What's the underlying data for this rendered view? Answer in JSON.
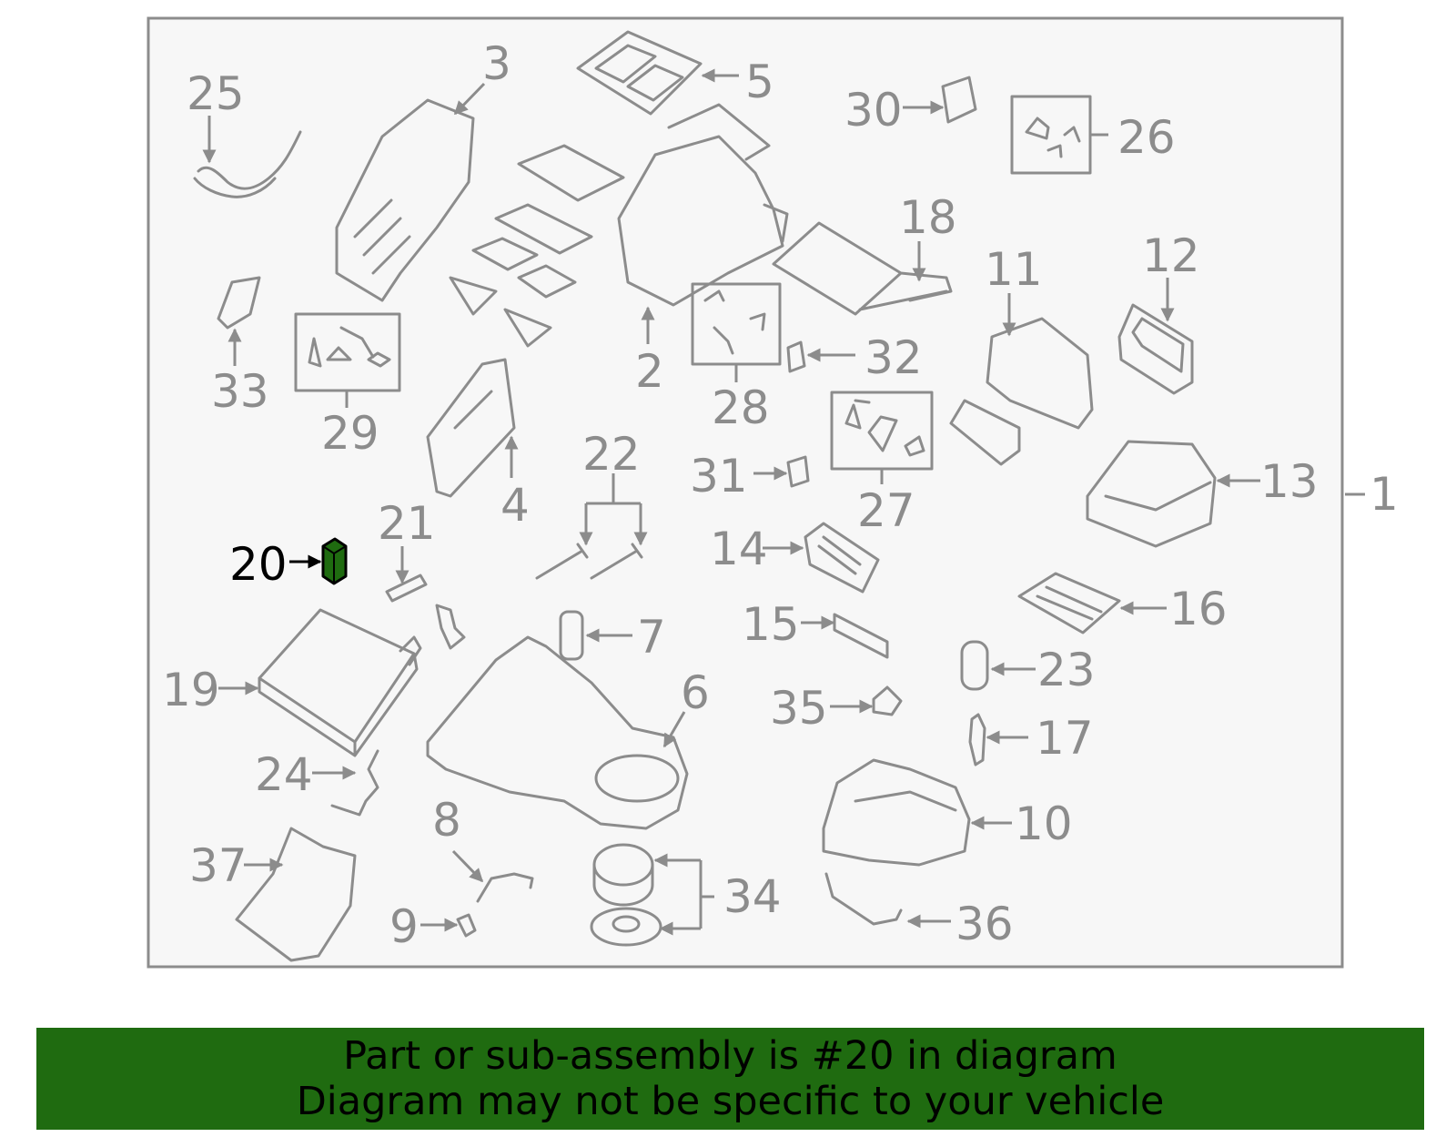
{
  "highlight_color": "#1f6b10",
  "highlighted_part": "20",
  "footer": {
    "line1": "Part or sub-assembly is #20 in diagram",
    "line2": "Diagram may not be specific to your vehicle"
  },
  "callouts": [
    "1",
    "2",
    "3",
    "4",
    "5",
    "6",
    "7",
    "8",
    "9",
    "10",
    "11",
    "12",
    "13",
    "14",
    "15",
    "16",
    "17",
    "18",
    "19",
    "20",
    "21",
    "22",
    "23",
    "24",
    "25",
    "26",
    "27",
    "28",
    "29",
    "30",
    "31",
    "32",
    "33",
    "34",
    "35",
    "36",
    "37"
  ]
}
